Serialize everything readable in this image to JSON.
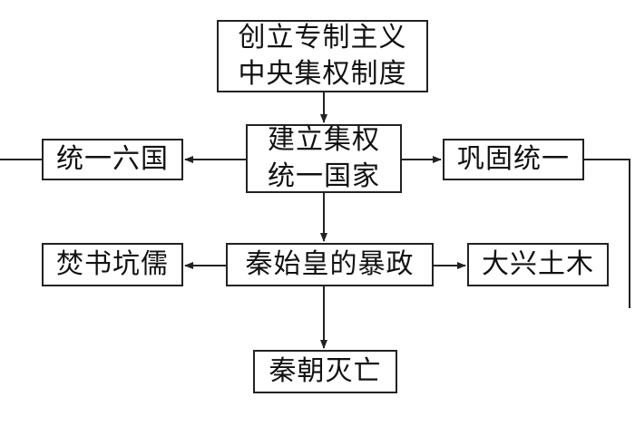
{
  "nodes": {
    "origin": [
      "创立专制主义",
      "中央集权制度"
    ],
    "center": [
      "建立集权",
      "统一国家"
    ],
    "unify": "统一六国",
    "consolidate": "巩固统一",
    "tyranny": "秦始皇的暴政",
    "burn": "焚书坑儒",
    "build": "大兴土木",
    "fall": "秦朝灭亡"
  }
}
